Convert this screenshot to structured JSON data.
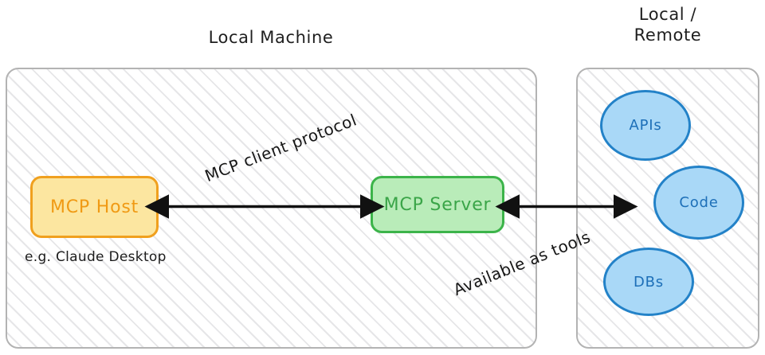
{
  "diagram": {
    "title_local": "Local Machine",
    "title_remote": "Local /\nRemote",
    "panels": [
      {
        "id": "local",
        "label": "Local Machine"
      },
      {
        "id": "remote",
        "label": "Local / Remote"
      }
    ],
    "nodes": {
      "mcp_host": {
        "label": "MCP Host",
        "caption": "e.g. Claude Desktop"
      },
      "mcp_server": {
        "label": "MCP Server"
      },
      "apis": {
        "label": "APIs"
      },
      "code": {
        "label": "Code"
      },
      "dbs": {
        "label": "DBs"
      }
    },
    "edges": [
      {
        "id": "host-server",
        "label": "MCP client protocol",
        "style": "double-arrow"
      },
      {
        "id": "server-remote",
        "label": "Available as tools",
        "style": "double-arrow"
      }
    ],
    "colors": {
      "panel_border": "#b3b3b3",
      "hatch": "#e6e6e8",
      "host_fill": "#fce6a0",
      "host_border": "#f0a01e",
      "host_text": "#f09a14",
      "server_fill": "#b9ecb9",
      "server_border": "#3cb44a",
      "server_text": "#3aa548",
      "ellipse_fill": "#a9d8f7",
      "ellipse_border": "#2382c8",
      "ellipse_text": "#1d6fb8",
      "arrow": "#111111",
      "text": "#1f1f1f"
    }
  }
}
